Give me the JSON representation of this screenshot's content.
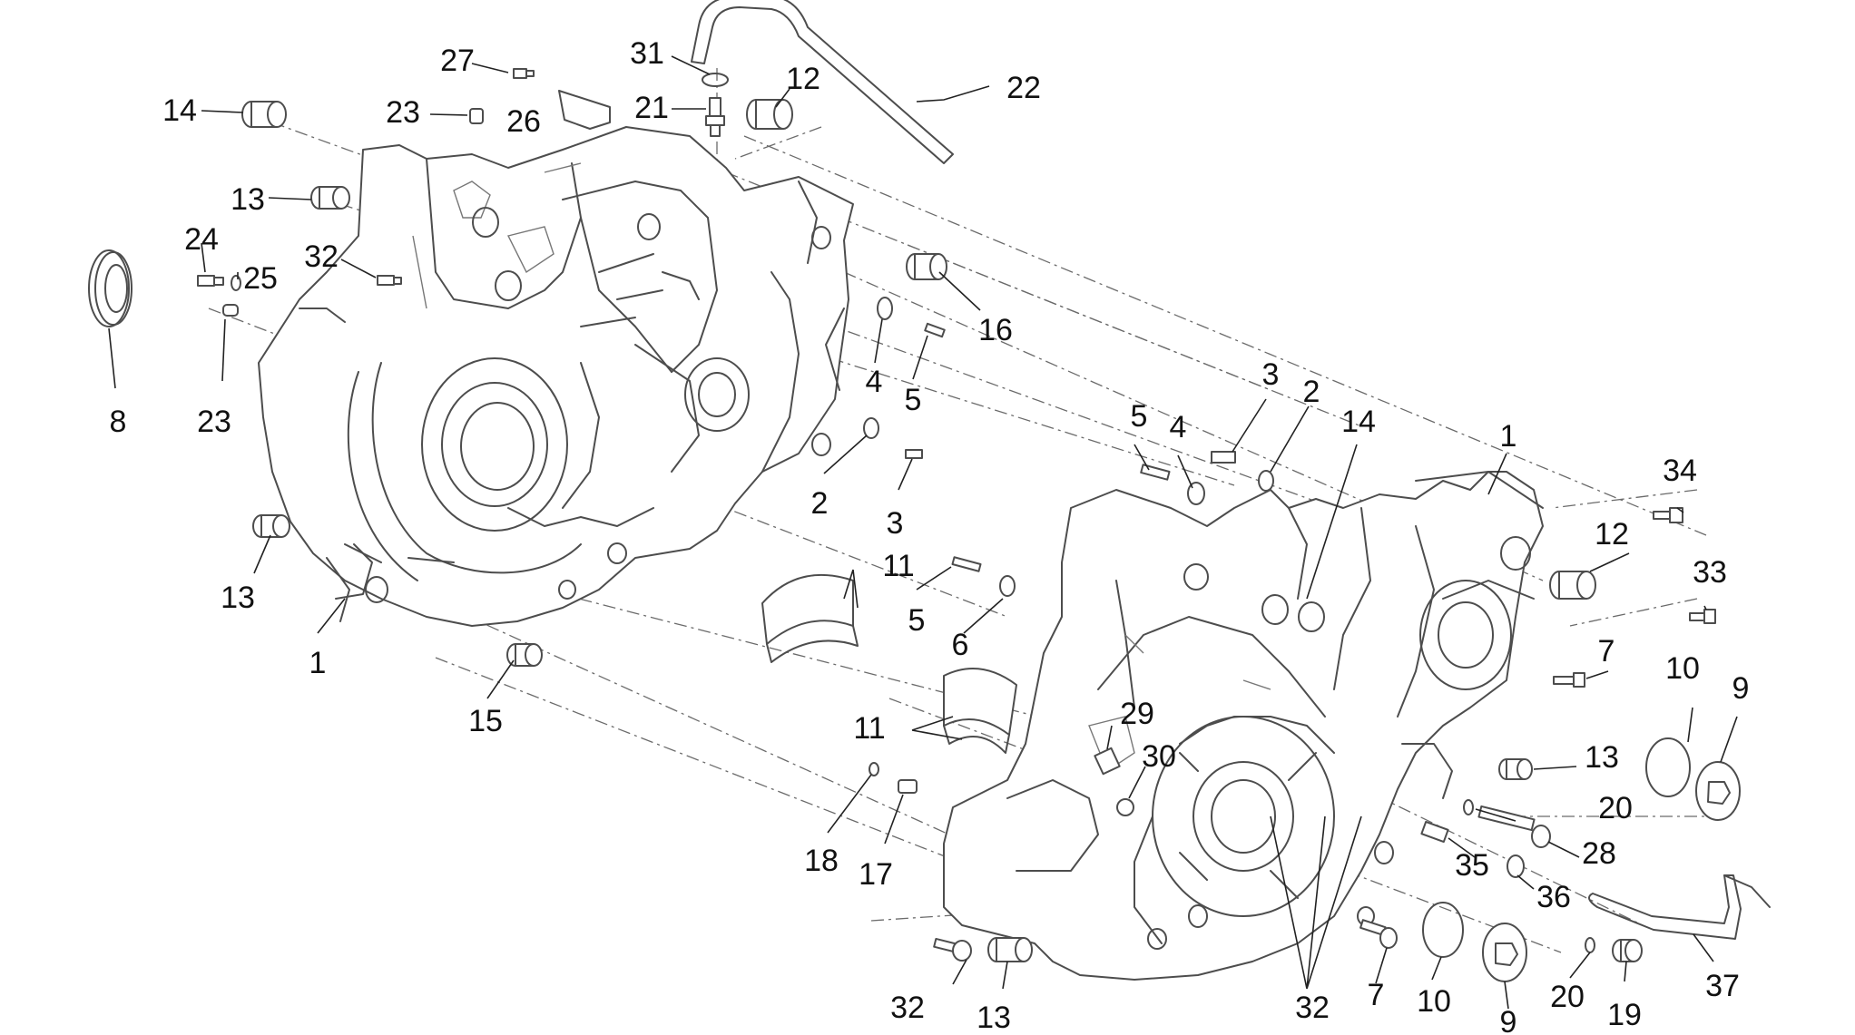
{
  "diagram": {
    "type": "exploded-parts-view",
    "callouts": [
      "1",
      "2",
      "3",
      "4",
      "5",
      "6",
      "7",
      "8",
      "9",
      "10",
      "11",
      "12",
      "13",
      "14",
      "15",
      "16",
      "17",
      "18",
      "19",
      "20",
      "21",
      "22",
      "23",
      "24",
      "25",
      "26",
      "27",
      "28",
      "29",
      "30",
      "31",
      "32",
      "33",
      "34",
      "35",
      "36",
      "37"
    ]
  }
}
